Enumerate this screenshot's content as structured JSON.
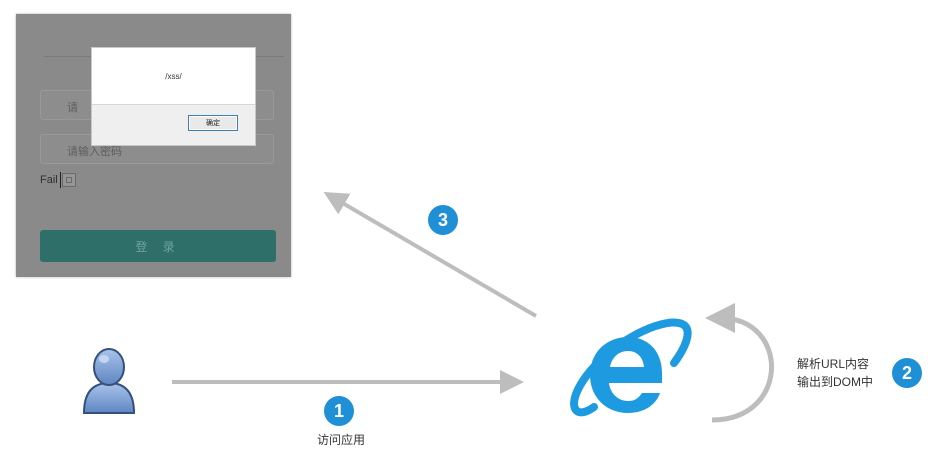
{
  "browser_panel": {
    "username_placeholder": "请",
    "password_placeholder": "请输入密码",
    "fail_text": "Fail",
    "login_button": "登 录"
  },
  "alert": {
    "message": "/xss/",
    "ok_button": "确定"
  },
  "steps": [
    {
      "number": "1",
      "label": "访问应用"
    },
    {
      "number": "2",
      "label_line1": "解析URL内容",
      "label_line2": "输出到DOM中"
    },
    {
      "number": "3"
    }
  ],
  "colors": {
    "step_badge": "#1f8fd6",
    "arrow": "#bdbdbd",
    "ie_blue": "#1e9be0",
    "login_button": "#2f6f6a"
  },
  "icons": [
    "user-icon",
    "internet-explorer-icon"
  ]
}
